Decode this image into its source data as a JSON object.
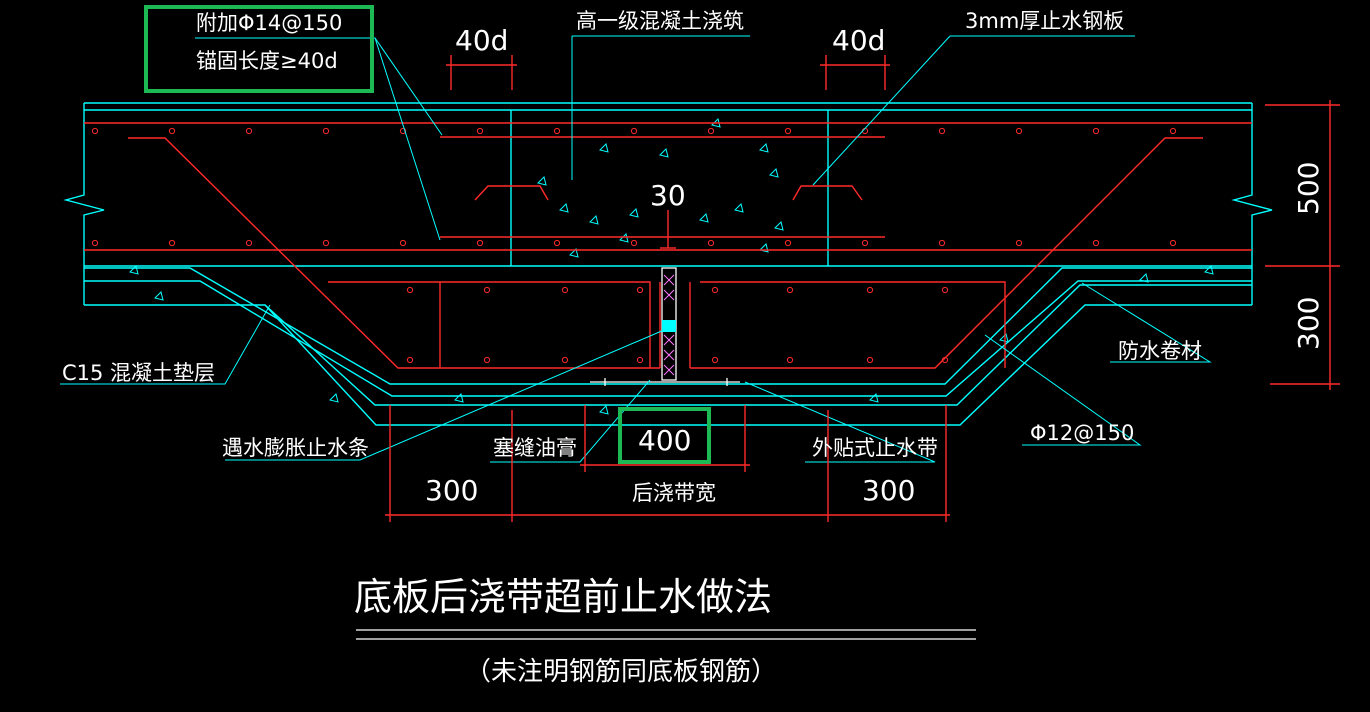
{
  "diagram": {
    "annotations": {
      "extra_rebar_line1": "附加Φ14@150",
      "extra_rebar_line2": "锚固长度≥40d",
      "high_grade_concrete": "高一级混凝土浇筑",
      "steel_plate": "3mm厚止水钢板",
      "cushion_layer": "C15 混凝土垫层",
      "waterproof_membrane": "防水卷材",
      "swelling_strip": "遇水膨胀止水条",
      "sealant": "塞缝油膏",
      "external_waterstop": "外贴式止水带",
      "rebar_main": "Φ12@150",
      "post_pour_width": "后浇带宽"
    },
    "dimensions": {
      "anchor_left": "40d",
      "anchor_right": "40d",
      "gap_depth": "30",
      "slab_thickness": "500",
      "sump_depth": "300",
      "band_width": "400",
      "left_extension": "300",
      "right_extension": "300"
    },
    "title": "底板后浇带超前止水做法",
    "subtitle": "（未注明钢筋同底板钢筋）",
    "colors": {
      "background": "#000000",
      "structure_lines": "#00ffff",
      "rebar": "#ff2a2a",
      "text": "#ffffff",
      "highlight_box": "#1db954"
    }
  }
}
